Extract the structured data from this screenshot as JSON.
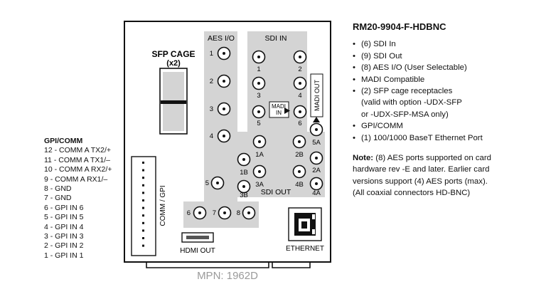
{
  "card": {
    "sfp_cage_label": "SFP CAGE",
    "sfp_cage_count": "(x2)",
    "comm_gpi_label": "COMM / GPI",
    "hdmi_label": "HDMI OUT",
    "ethernet_label": "ETHERNET",
    "mpn": "MPN: 1962D"
  },
  "aes": {
    "header": "AES I/O",
    "ports": [
      "1",
      "2",
      "3",
      "4",
      "5",
      "6",
      "7",
      "8"
    ]
  },
  "sdi_in": {
    "header": "SDI IN",
    "ports": [
      "1",
      "2",
      "3",
      "4",
      "5",
      "6"
    ]
  },
  "madi": {
    "in_label_line1": "MADI",
    "in_label_line2": "IN",
    "out_label": "MADI OUT"
  },
  "sdi_out": {
    "header": "SDI OUT",
    "ports": [
      "1A",
      "1B",
      "2B",
      "3A",
      "3B",
      "4B",
      "2A",
      "4A",
      "5A"
    ]
  },
  "gpi_comm": {
    "header": "GPI/COMM",
    "pins": [
      "12 - COMM A TX2/+",
      "11 - COMM A TX1/–",
      "10 - COMM A RX2/+",
      "9 - COMM A RX1/–",
      "8 - GND",
      "7 - GND",
      "6 - GPI IN 6",
      "5 - GPI IN 5",
      "4 - GPI IN 4",
      "3 - GPI IN 3",
      "2 - GPI IN 2",
      "1 - GPI IN 1"
    ]
  },
  "spec": {
    "title": "RM20-9904-F-HDBNC",
    "bullets": [
      "(6) SDI In",
      "(9) SDI Out",
      "(8) AES I/O (User Selectable)",
      "MADI Compatible",
      "(2) SFP cage receptacles",
      "GPI/COMM",
      "(1) 100/1000 BaseT Ethernet Port"
    ],
    "sfp_sub1": "(valid with option -UDX-SFP",
    "sfp_sub2": "or -UDX-SFP-MSA only)",
    "note_label": "Note:",
    "note_line1": "(8) AES ports supported on card",
    "note_line2": "hardware rev -E and later. Earlier card",
    "note_line3": "versions support (4) AES ports (max).",
    "note_line4": "(All coaxial connectors HD-BNC)"
  },
  "colors": {
    "panel_gray": "#d4d4d4",
    "outline": "#111111",
    "mpn_text": "#9a9a9a"
  }
}
